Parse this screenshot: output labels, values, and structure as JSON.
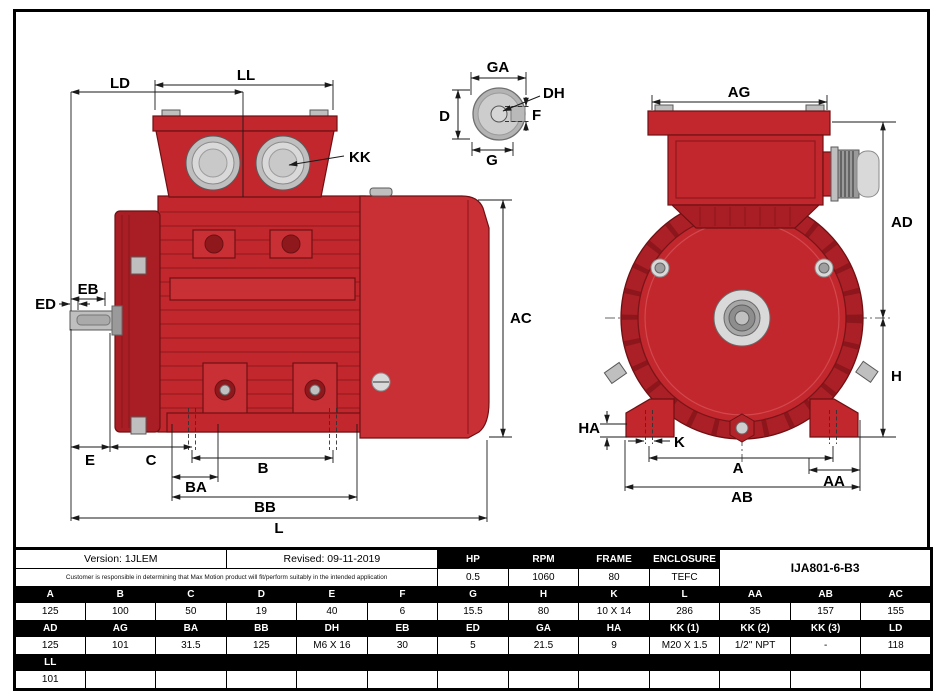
{
  "doc": {
    "version": "Version: 1JLEM",
    "revised": "Revised: 09-11-2019",
    "disclaimer": "Customer is responsible in determining that Max Motion product will fit/perform suitably in the intended application",
    "model": "IJA801-6-B3",
    "spec_headers": [
      "HP",
      "RPM",
      "FRAME",
      "ENCLOSURE"
    ],
    "spec_values": [
      "0.5",
      "1060",
      "80",
      "TEFC"
    ]
  },
  "dim_table": {
    "header1": [
      "A",
      "B",
      "C",
      "D",
      "E",
      "F",
      "G",
      "H",
      "K",
      "L",
      "AA",
      "AB",
      "AC"
    ],
    "values1": [
      "125",
      "100",
      "50",
      "19",
      "40",
      "6",
      "15.5",
      "80",
      "10 X 14",
      "286",
      "35",
      "157",
      "155"
    ],
    "header2": [
      "AD",
      "AG",
      "BA",
      "BB",
      "DH",
      "EB",
      "ED",
      "GA",
      "HA",
      "KK (1)",
      "KK (2)",
      "KK (3)",
      "LD"
    ],
    "values2": [
      "125",
      "101",
      "31.5",
      "125",
      "M6 X 16",
      "30",
      "5",
      "21.5",
      "9",
      "M20 X 1.5",
      "1/2'' NPT",
      "-",
      "118"
    ],
    "header3": [
      "LL"
    ],
    "values3": [
      "101"
    ]
  },
  "labels": {
    "side": {
      "LD": "LD",
      "LL": "LL",
      "KK": "KK",
      "ED": "ED",
      "EB": "EB",
      "AC": "AC",
      "E": "E",
      "C": "C",
      "B": "B",
      "BA": "BA",
      "BB": "BB",
      "L": "L"
    },
    "shaft": {
      "GA": "GA",
      "DH": "DH",
      "D": "D",
      "G": "G",
      "F": "F"
    },
    "front": {
      "AG": "AG",
      "AD": "AD",
      "H": "H",
      "HA": "HA",
      "K": "K",
      "A": "A",
      "AA": "AA",
      "AB": "AB"
    }
  },
  "colors": {
    "motor_red": "#c2272d",
    "motor_red_dark": "#a81e24",
    "outline_red": "#6e1013",
    "metal_gray": "#bfbfbf",
    "metal_gray_light": "#d9d9d9",
    "line_black": "#1a1a1a",
    "table_header_bg": "#000000",
    "table_header_text": "#ffffff"
  }
}
